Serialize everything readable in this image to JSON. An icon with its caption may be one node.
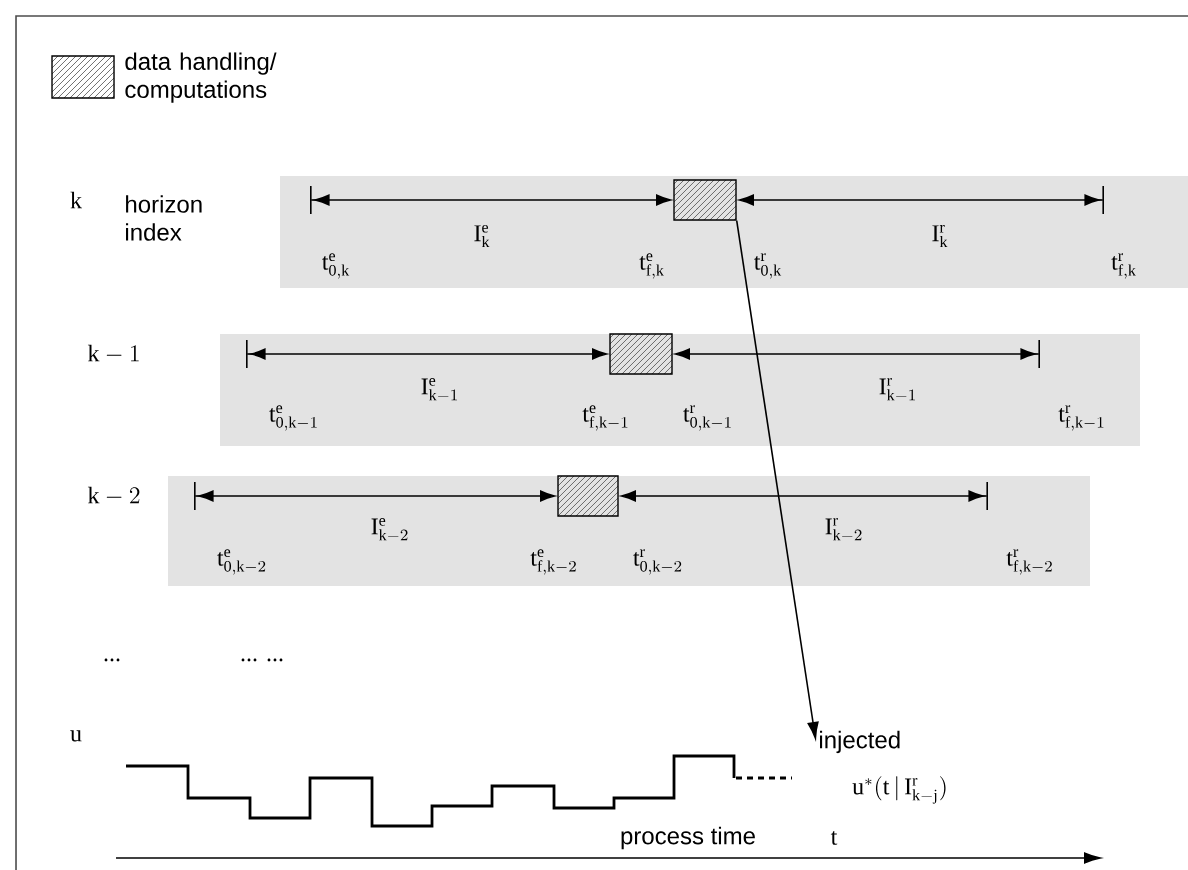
{
  "diagram": {
    "nodes": [
      {
        "text": [],
        "shape": "box"
      },
      {
        "text": [],
        "shape": "box"
      },
      {
        "text": [],
        "shape": "box"
      },
      {
        "text": [
          "injected"
        ]
      }
    ],
    "edges": [
      {
        "from": 0,
        "to": 3,
        "arrow": "to"
      }
    ],
    "labels": [
      "\\mathrm{k}",
      "horizon index",
      "\\mathrm{I}^{\\mathrm{e}}_{\\mathrm{k}}",
      "\\mathrm{I}^{\\mathrm{r}}_{\\mathrm{k}}",
      "\\mathrm{t}^{\\mathrm{e}}_{\\mathrm{0,k}}",
      "\\mathrm{t}^{\\mathrm{e}}_{\\mathrm{f,k}}",
      "\\mathrm{t}^{\\mathrm{r}}_{\\mathrm{0,k}}",
      "\\mathrm{t}^{\\mathrm{r}}_{\\mathrm{f,k}}",
      "\\mathrm{k}-1",
      "\\mathrm{I}^{\\mathrm{e}}_{\\mathrm{k}-1}",
      "\\mathrm{I}^{\\mathrm{r}}_{\\mathrm{k}-1}",
      "\\mathrm{t}^{\\mathrm{e}}_{\\mathrm{0,k}-1}",
      "\\mathrm{t}^{\\mathrm{e}}_{\\mathrm{f,k}-1}",
      "\\mathrm{t}^{\\mathrm{r}}_{\\mathrm{0,k}-1}",
      "\\mathrm{t}^{\\mathrm{r}}_{\\mathrm{f,k}-1}",
      "\\mathrm{k}-2",
      "\\mathrm{I}^{\\mathrm{e}}_{\\mathrm{k}-2}",
      "\\mathrm{I}^{\\mathrm{r}}_{\\mathrm{k}-2}",
      "\\mathrm{t}^{\\mathrm{e}}_{\\mathrm{0,k}-2}",
      "\\mathrm{t}^{\\mathrm{e}}_{\\mathrm{f,k}-2}",
      "\\mathrm{t}^{\\mathrm{r}}_{\\mathrm{0,k}-2}",
      "\\mathrm{t}^{\\mathrm{r}}_{\\mathrm{f,k}-2}",
      "...",
      "... ...",
      "\\mathrm{u}",
      "\\mathrm{u}^{*}(\\mathrm{t}\\,|\\,\\mathrm{I}^{\\mathrm{r}}_{\\mathrm{k}-\\mathrm{j}})",
      "process time",
      "\\mathrm{t}"
    ],
    "legend": [
      {
        "text": "data handling/ computations"
      }
    ]
  }
}
